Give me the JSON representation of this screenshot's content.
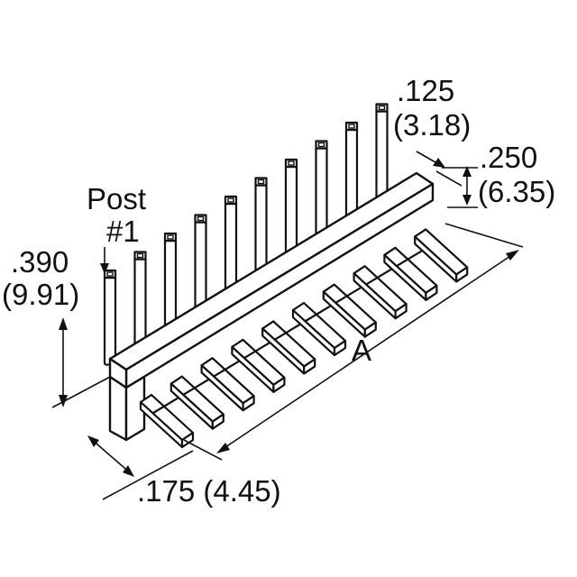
{
  "labels": {
    "post": "Post",
    "post_num": "#1",
    "d390_in": ".390",
    "d390_mm": "(9.91)",
    "d125_in": ".125",
    "d125_mm": "(3.18)",
    "d250_in": ".250",
    "d250_mm": "(6.35)",
    "dim_a": "A",
    "d175": ".175 (4.45)"
  },
  "colors": {
    "ink": "#111111",
    "paper": "#ffffff"
  }
}
